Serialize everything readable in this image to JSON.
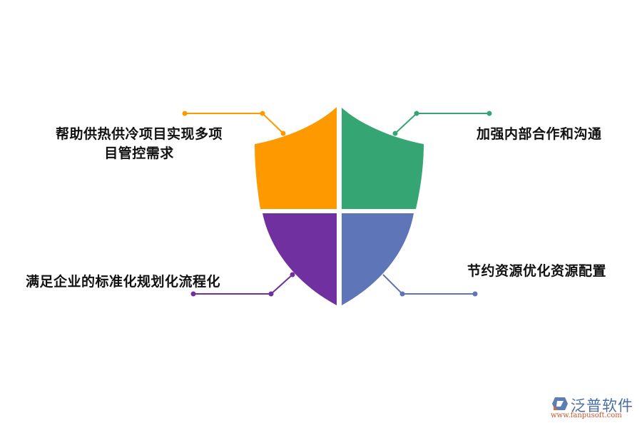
{
  "diagram": {
    "type": "shield-quadrant",
    "quadrants": [
      {
        "id": "top-left",
        "color": "#FF9900",
        "label": "帮助供热供冷项目实现多项目管控需求",
        "label_lines": [
          "帮助供热供冷项目实现多项",
          "目管控需求"
        ]
      },
      {
        "id": "top-right",
        "color": "#35A673",
        "label": "加强内部合作和沟通"
      },
      {
        "id": "bottom-left",
        "color": "#7030A0",
        "label": "满足企业的标准化规划化流程化"
      },
      {
        "id": "bottom-right",
        "color": "#5E75B8",
        "label": "节约资源优化资源配置"
      }
    ]
  },
  "labels": {
    "top_left_line1": "帮助供热供冷项目实现多项",
    "top_left_line2": "目管控需求",
    "top_right": "加强内部合作和沟通",
    "bottom_left": "满足企业的标准化规划化流程化",
    "bottom_right": "节约资源优化资源配置"
  },
  "watermark": {
    "brand": "泛普软件",
    "url": "www.fanpusoft.com"
  }
}
